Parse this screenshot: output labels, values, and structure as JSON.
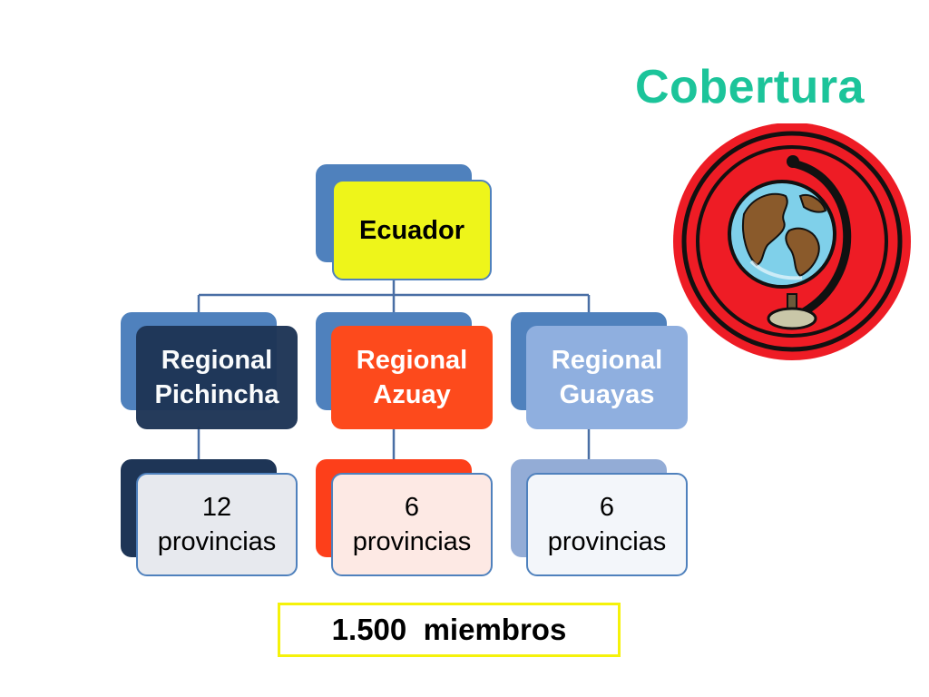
{
  "title": "Cobertura",
  "org_chart": {
    "root": {
      "label": "Ecuador"
    },
    "regions": [
      {
        "label": "Regional Pichincha",
        "provinces": "12 provincias"
      },
      {
        "label": "Regional Azuay",
        "provinces": "6 provincias"
      },
      {
        "label": "Regional Guayas",
        "provinces": "6 provincias"
      }
    ]
  },
  "footer": {
    "members": "1.500  miembros"
  },
  "illustration": {
    "icon": "globe-icon"
  },
  "colors": {
    "title": "#1cc49a",
    "root_fill": "#eef51a",
    "pichincha_fill": "#1e3556",
    "azuay_fill": "#fd4a1c",
    "guayas_fill": "#8fafdf",
    "back_fill": "#4f81bd",
    "footer_border": "#f5f20a"
  }
}
